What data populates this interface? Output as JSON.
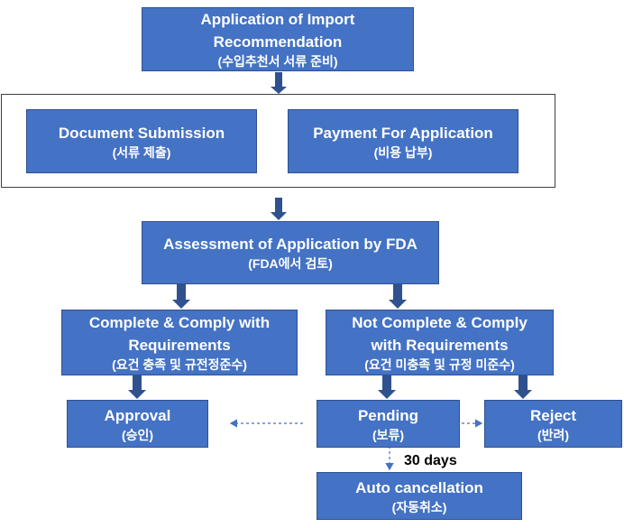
{
  "nodes": {
    "import_rec": {
      "title": "Application of Import Recommendation",
      "title_line1": "Application of Import",
      "title_line2": "Recommendation",
      "sub": "(수입추천서 서류 준비)"
    },
    "doc_submission": {
      "title": "Document Submission",
      "sub": "(서류 제출)"
    },
    "payment": {
      "title": "Payment For Application",
      "sub": "(비용 납부)"
    },
    "assessment": {
      "title": "Assessment of Application by FDA",
      "sub": "(FDA에서 검토)"
    },
    "complete": {
      "title_line1": "Complete & Comply with",
      "title_line2": "Requirements",
      "sub": "(요건 충족 및 규전정준수)"
    },
    "not_complete": {
      "title_line1": "Not Complete & Comply",
      "title_line2": "with Requirements",
      "sub": "(요건 미충족 및 규정 미준수)"
    },
    "approval": {
      "title": "Approval",
      "sub": "(승인)"
    },
    "pending": {
      "title": "Pending",
      "sub": "(보류)"
    },
    "reject": {
      "title": "Reject",
      "sub": "(반려)"
    },
    "auto_cancel": {
      "title": "Auto cancellation",
      "sub": "(자동취소)"
    }
  },
  "annotations": {
    "days": "30 days"
  },
  "colors": {
    "box_fill": "#4472c4",
    "box_border": "#2f528f",
    "arrow": "#2f528f",
    "dashed": "#4472c4"
  }
}
